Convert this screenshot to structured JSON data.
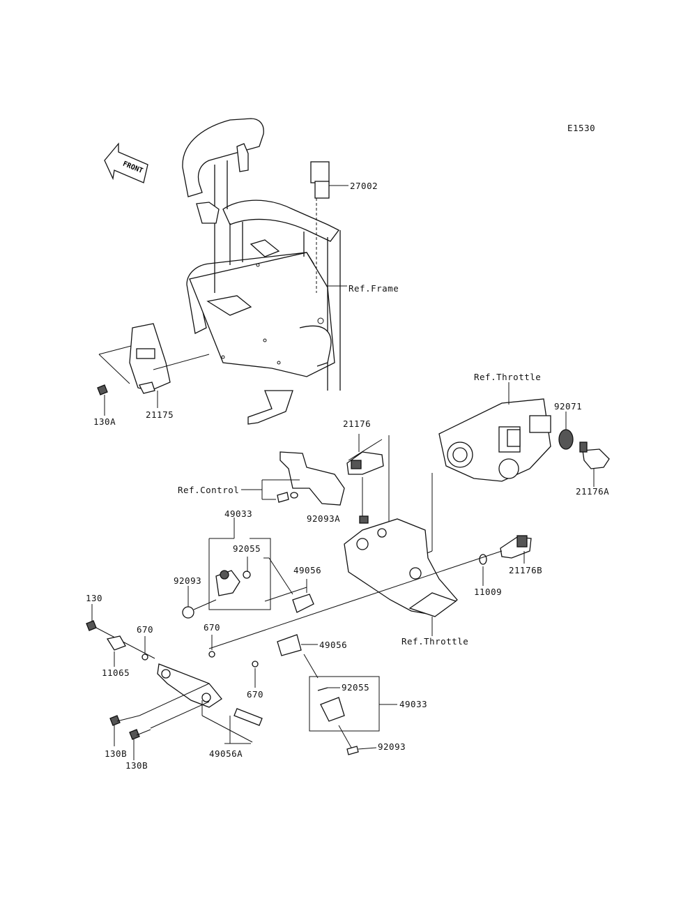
{
  "diagram_code": "E1530",
  "front_arrow": {
    "text": "FRONT",
    "icon": "front-arrow-icon"
  },
  "labels": [
    {
      "id": "27002",
      "text": "27002"
    },
    {
      "id": "ref-frame",
      "text": "Ref.Frame"
    },
    {
      "id": "21175",
      "text": "21175"
    },
    {
      "id": "130A",
      "text": "130A"
    },
    {
      "id": "ref-throttle-1",
      "text": "Ref.Throttle"
    },
    {
      "id": "92071",
      "text": "92071"
    },
    {
      "id": "21176A",
      "text": "21176A"
    },
    {
      "id": "21176",
      "text": "21176"
    },
    {
      "id": "ref-control",
      "text": "Ref.Control"
    },
    {
      "id": "92093A",
      "text": "92093A"
    },
    {
      "id": "49033-a",
      "text": "49033"
    },
    {
      "id": "92055-a",
      "text": "92055"
    },
    {
      "id": "92093-a",
      "text": "92093"
    },
    {
      "id": "49056-a",
      "text": "49056"
    },
    {
      "id": "21176B",
      "text": "21176B"
    },
    {
      "id": "11009",
      "text": "11009"
    },
    {
      "id": "130",
      "text": "130"
    },
    {
      "id": "670-a",
      "text": "670"
    },
    {
      "id": "670-b",
      "text": "670"
    },
    {
      "id": "11065",
      "text": "11065"
    },
    {
      "id": "49056-b",
      "text": "49056"
    },
    {
      "id": "ref-throttle-2",
      "text": "Ref.Throttle"
    },
    {
      "id": "670-c",
      "text": "670"
    },
    {
      "id": "92055-b",
      "text": "92055"
    },
    {
      "id": "49033-b",
      "text": "49033"
    },
    {
      "id": "130B-a",
      "text": "130B"
    },
    {
      "id": "130B-b",
      "text": "130B"
    },
    {
      "id": "49056A",
      "text": "49056A"
    },
    {
      "id": "92093-b",
      "text": "92093"
    }
  ]
}
